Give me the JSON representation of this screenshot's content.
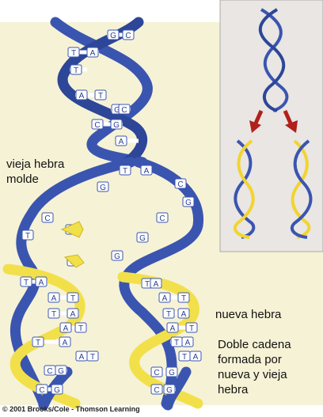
{
  "labels": {
    "old_strand": [
      "vieja hebra",
      "molde"
    ],
    "new_strand": "nueva hebra",
    "double_strand": [
      "Doble cadena",
      "formada por",
      "nueva y vieja",
      "hebra"
    ]
  },
  "credit": "© 2001 Brooks/Cole - Thomson Learning",
  "bases": {
    "top": [
      [
        "G",
        "C"
      ],
      [
        "T",
        "A"
      ],
      [
        "T",
        ""
      ],
      [
        "A",
        "T"
      ],
      [
        "G",
        "C"
      ],
      [
        "C",
        "G"
      ],
      [
        "A",
        ""
      ]
    ],
    "fork_old": [
      "T",
      "A",
      "C",
      "G",
      "G",
      "C",
      "C",
      "T",
      "G",
      "G"
    ],
    "free_nucleotides": [
      "G",
      "G"
    ],
    "left_daughter": [
      [
        "T",
        "A"
      ],
      [
        "A",
        "T"
      ],
      [
        "T",
        "A"
      ],
      [
        "A",
        "T"
      ],
      [
        "T",
        "A"
      ],
      [
        "A",
        "T"
      ],
      [
        "C",
        "G"
      ],
      [
        "C",
        "G"
      ]
    ],
    "right_daughter": [
      [
        "T",
        "A"
      ],
      [
        "A",
        "T"
      ],
      [
        "T",
        "A"
      ],
      [
        "A",
        "T"
      ],
      [
        "T",
        "A"
      ],
      [
        "T",
        "A"
      ],
      [
        "C",
        "G"
      ],
      [
        "C",
        "G"
      ]
    ]
  },
  "colors": {
    "old_strand": "#3a55b0",
    "new_strand": "#f2e04a",
    "background": "#f6f2d6",
    "inset_background": "#e9e6e3",
    "arrow": "#b0201c",
    "base_fill": "#ffffff"
  }
}
